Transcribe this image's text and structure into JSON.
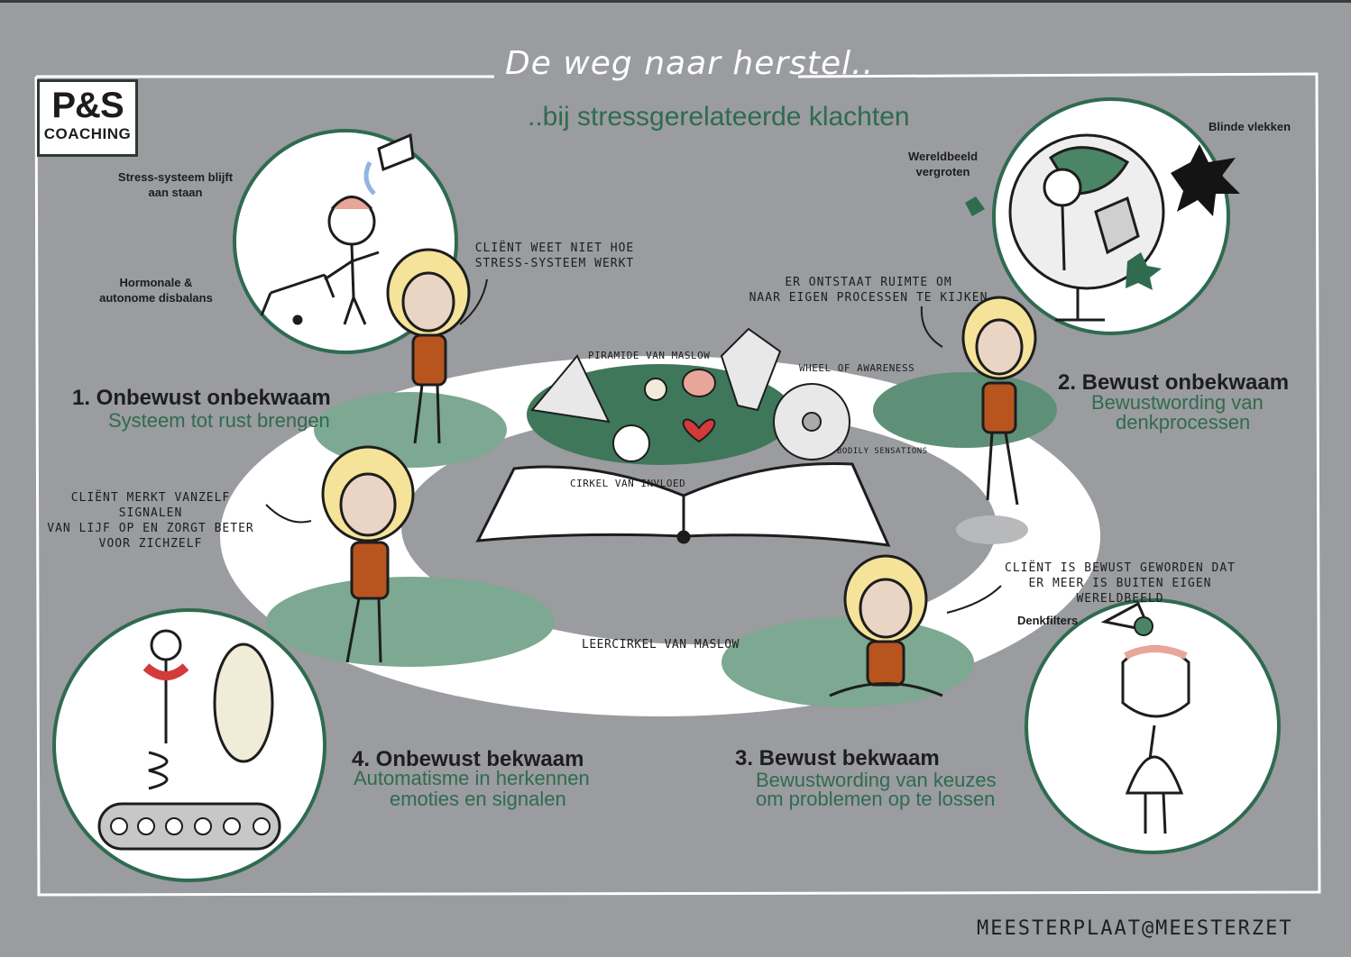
{
  "header": {
    "title": "De weg naar herstel..",
    "subtitle": "..bij stressgerelateerde klachten"
  },
  "logo": {
    "line1": "P&S",
    "line2": "COACHING"
  },
  "stages": [
    {
      "number_title": "1. Onbewust onbekwaam",
      "subtitle": "Systeem tot rust brengen"
    },
    {
      "number_title": "2. Bewust onbekwaam",
      "subtitle_line1": "Bewustwording van",
      "subtitle_line2": "denkprocessen"
    },
    {
      "number_title": "3. Bewust bekwaam",
      "subtitle_line1": "Bewustwording van keuzes",
      "subtitle_line2": "om problemen op te lossen"
    },
    {
      "number_title": "4. Onbewust bekwaam",
      "subtitle_line1": "Automatisme in herkennen",
      "subtitle_line2": "emoties en signalen"
    }
  ],
  "notes": {
    "stress_on_line1": "Stress-systeem blijft",
    "stress_on_line2": "aan staan",
    "hormonal_line1": "Hormonale &",
    "hormonal_line2": "autonome disbalans",
    "client_unknown_line1": "Cliënt weet niet hoe",
    "client_unknown_line2": "stress-systeem werkt",
    "blind_spots": "Blinde vlekken",
    "worldview_line1": "Wereldbeeld",
    "worldview_line2": "vergroten",
    "space_line1": "Er ontstaat ruimte om",
    "space_line2": "naar eigen processen te kijken",
    "signals_line1": "Cliënt merkt vanzelf signalen",
    "signals_line2": "van lijf op en zorgt beter",
    "signals_line3": "voor zichzelf",
    "aware_line1": "Cliënt is bewust geworden dat",
    "aware_line2": "er meer is buiten eigen wereldbeeld",
    "thought_filters": "Denkfilters"
  },
  "book_labels": {
    "maslow_pyramid": "Piramide van Maslow",
    "wheel": "Wheel of awareness",
    "circle_influence": "Cirkel van invloed",
    "bodily": "Bodily sensations",
    "learning_circle": "Leercirkel van Maslow"
  },
  "footer": "MEESTERPLAAT@MEESTERZET",
  "colors": {
    "background": "#9a9c9f",
    "green": "#2f6b4f",
    "pale_green": "#7da891",
    "orange": "#b8551f",
    "hair": "#f5e39a"
  }
}
